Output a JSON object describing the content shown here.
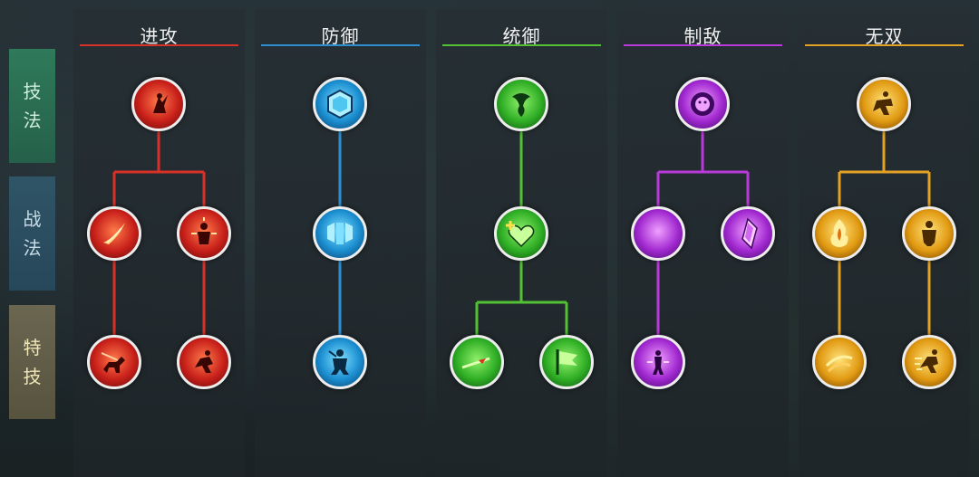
{
  "side_tabs": [
    {
      "chars": [
        "技",
        "法"
      ]
    },
    {
      "chars": [
        "战",
        "法"
      ]
    },
    {
      "chars": [
        "特",
        "技"
      ]
    }
  ],
  "columns": [
    {
      "title": "进攻",
      "theme": "red",
      "color": "#d83228",
      "icons": [
        "warrior-slash-icon",
        "flame-strike-icon",
        "power-burst-icon",
        "cavalry-charge-icon",
        "dash-strike-icon"
      ]
    },
    {
      "title": "防御",
      "theme": "blue",
      "color": "#2d8fd0",
      "icons": [
        "hexagon-shield-icon",
        "layered-shield-icon",
        "guardian-stance-icon"
      ]
    },
    {
      "title": "统御",
      "theme": "green",
      "color": "#52c234",
      "icons": [
        "command-swirl-icon",
        "heal-heart-icon",
        "spear-thrust-icon",
        "battle-flag-icon"
      ]
    },
    {
      "title": "制敌",
      "theme": "purple",
      "color": "#b83ad8",
      "icons": [
        "lion-head-icon",
        "moon-orb-icon",
        "crystal-shard-icon",
        "dark-aura-icon"
      ]
    },
    {
      "title": "无双",
      "theme": "gold",
      "color": "#e3a126",
      "icons": [
        "leaping-warrior-icon",
        "fire-fist-icon",
        "enraged-warrior-icon",
        "whirlwind-slash-icon",
        "sprint-icon"
      ]
    }
  ]
}
